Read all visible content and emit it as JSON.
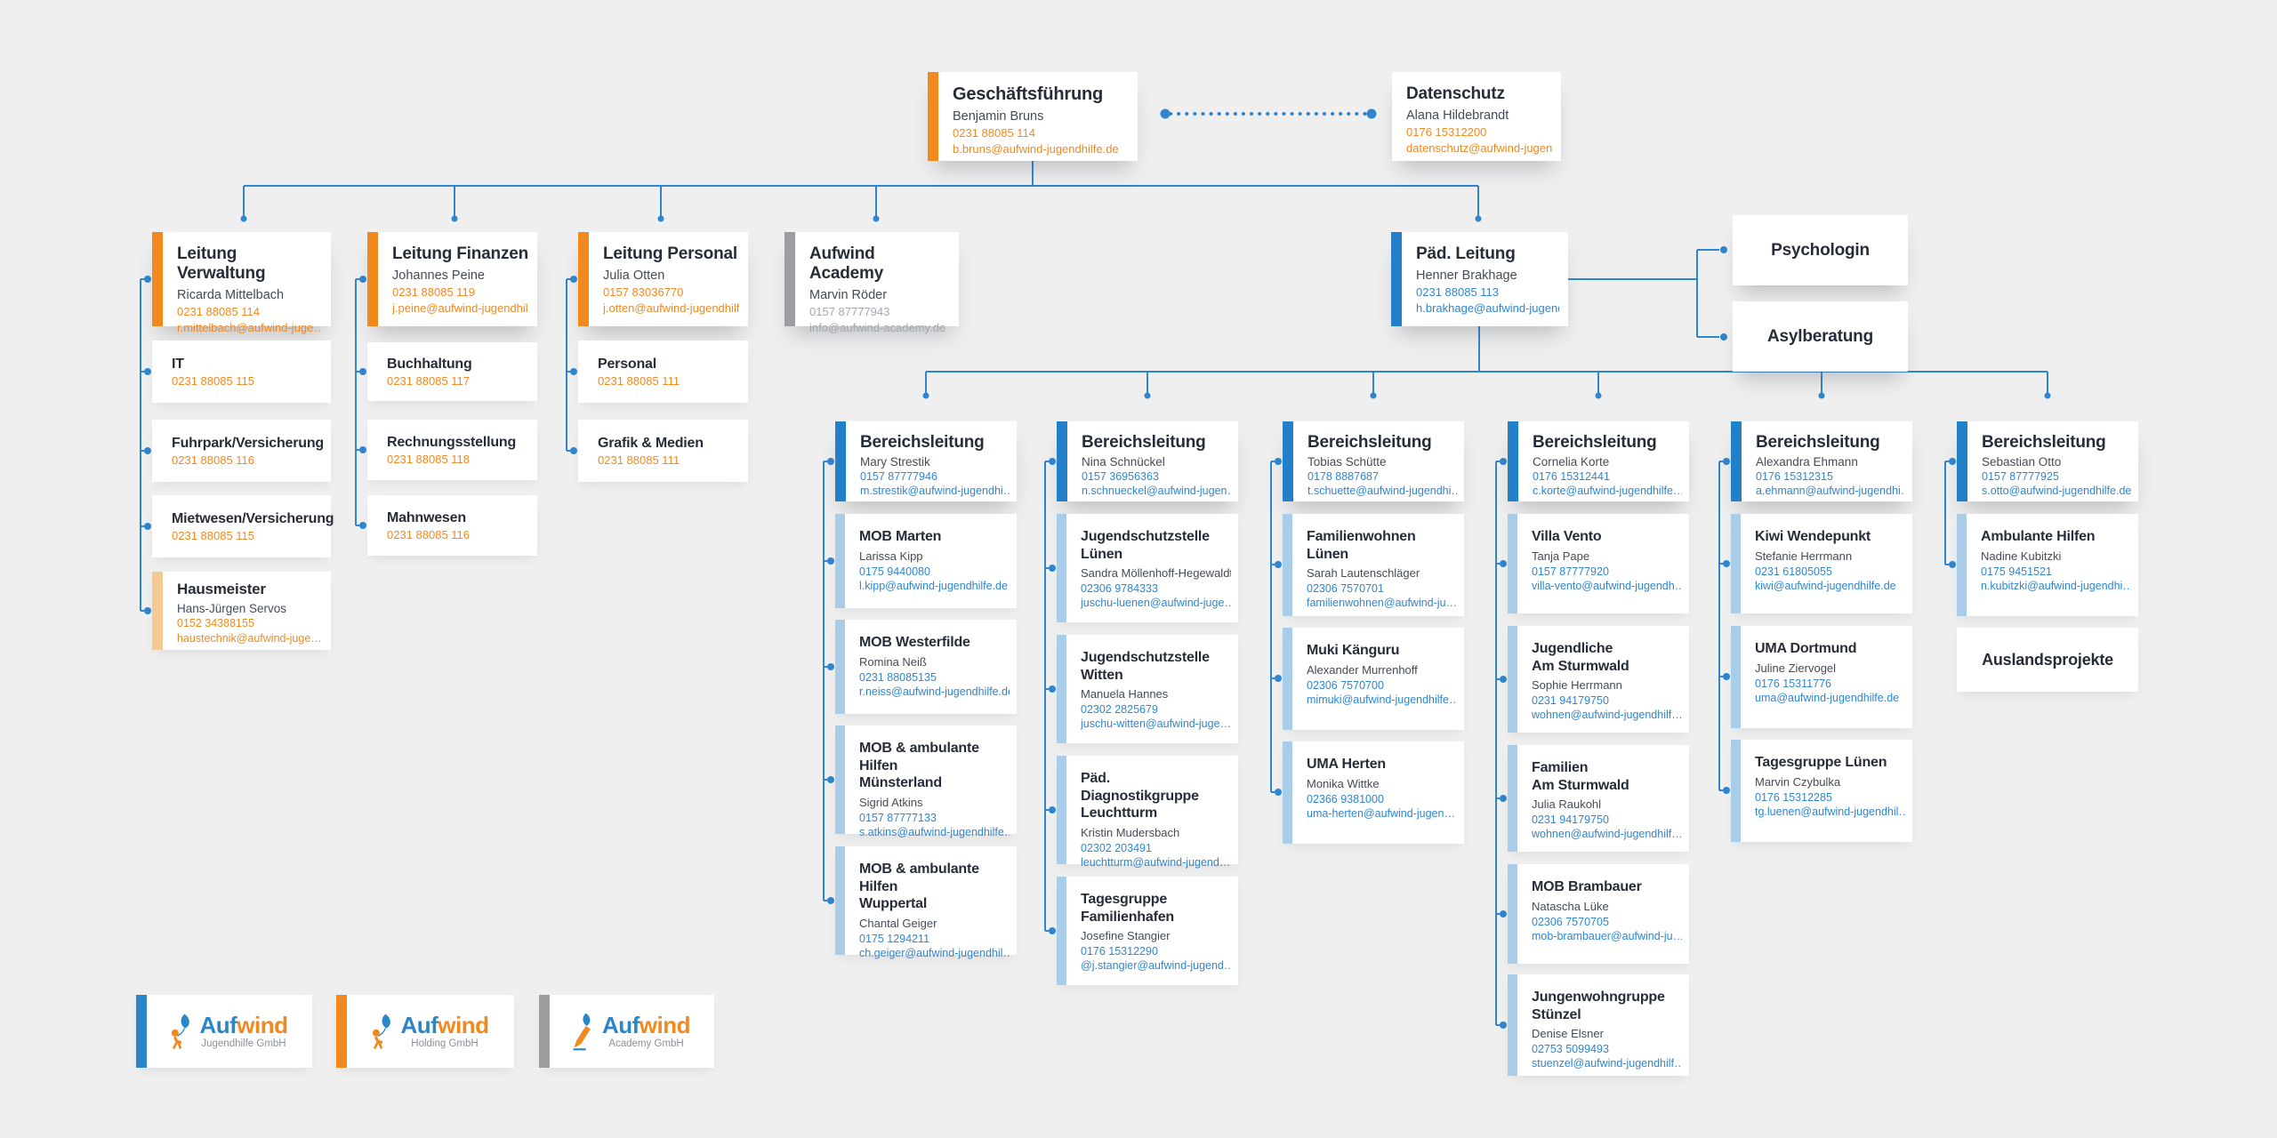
{
  "colors": {
    "background": "#efefef",
    "accent_orange": "#f1891f",
    "accent_blue": "#2f86cf",
    "bar_blue_solid": "#2180c8",
    "bar_blue_light": "#a9cde9",
    "bar_gray": "#9c9ea1",
    "bar_tan": "#f4ca92",
    "title_text": "#272d38"
  },
  "boxes": {
    "gf": {
      "title": "Geschäftsführung",
      "name": "Benjamin Bruns",
      "phone": "0231 88085 114",
      "email": "b.bruns@aufwind-jugendhilfe.de"
    },
    "ds": {
      "title": "Datenschutz",
      "name": "Alana Hildebrandt",
      "phone": "0176 15312200",
      "email": "datenschutz@aufwind-jugen…"
    },
    "lv": {
      "title": "Leitung Verwaltung",
      "name": "Ricarda Mittelbach",
      "phone": "0231 88085 114",
      "email": "r.mittelbach@aufwind-juge…"
    },
    "it": {
      "title": "IT",
      "phone": "0231 88085 115"
    },
    "fuhrpark": {
      "title": "Fuhrpark/Versicherung",
      "phone": "0231 88085 116"
    },
    "mietwesen": {
      "title": "Mietwesen/Versicherung",
      "phone": "0231 88085 115"
    },
    "hausmeister": {
      "title": "Hausmeister",
      "name": "Hans-Jürgen Servos",
      "phone": "0152 34388155",
      "email": "haustechnik@aufwind-juge…"
    },
    "lf": {
      "title": "Leitung Finanzen",
      "name": "Johannes Peine",
      "phone": "0231 88085 119",
      "email": "j.peine@aufwind-jugendhilfe.de"
    },
    "buchhaltung": {
      "title": "Buchhaltung",
      "phone": "0231 88085 117"
    },
    "rechnung": {
      "title": "Rechnungsstellung",
      "phone": "0231 88085 118"
    },
    "mahnwesen": {
      "title": "Mahnwesen",
      "phone": "0231 88085 116"
    },
    "lp": {
      "title": "Leitung Personal",
      "name": "Julia Otten",
      "phone": "0157 83036770",
      "email": "j.otten@aufwind-jugendhilfe.de"
    },
    "personal": {
      "title": "Personal",
      "phone": "0231 88085 111"
    },
    "grafik": {
      "title": "Grafik & Medien",
      "phone": "0231 88085 111"
    },
    "academy": {
      "title": "Aufwind Academy",
      "name": "Marvin Röder",
      "phone": "0157 87777943",
      "email": "info@aufwind-academy.de"
    },
    "paed": {
      "title": "Päd. Leitung",
      "name": "Henner Brakhage",
      "phone": "0231 88085 113",
      "email": "h.brakhage@aufwind-jugend…"
    },
    "psych": {
      "title": "Psychologin"
    },
    "asyl": {
      "title": "Asylberatung"
    },
    "bl1": {
      "title": "Bereichsleitung",
      "name": "Mary Strestik",
      "phone": "0157 87777946",
      "email": "m.strestik@aufwind-jugendhi…"
    },
    "marten": {
      "title": "MOB Marten",
      "name": "Larissa Kipp",
      "phone": "0175 9440080",
      "email": "l.kipp@aufwind-jugendhilfe.de"
    },
    "westerfilde": {
      "title": "MOB Westerfilde",
      "name": "Romina Neiß",
      "phone": "0231 88085135",
      "email": "r.neiss@aufwind-jugendhilfe.de"
    },
    "muensterland": {
      "title": "MOB & ambulante Hilfen\nMünsterland",
      "name": "Sigrid Atkins",
      "phone": "0157 87777133",
      "email": "s.atkins@aufwind-jugendhilfe…"
    },
    "wuppertal": {
      "title": "MOB & ambulante Hilfen\nWuppertal",
      "name": "Chantal Geiger",
      "phone": "0175 1294211",
      "email": "ch.geiger@aufwind-jugendhil…"
    },
    "bl2": {
      "title": "Bereichsleitung",
      "name": "Nina Schnückel",
      "phone": "0157 36956363",
      "email": "n.schnueckel@aufwind-jugen…"
    },
    "juschu_luenen": {
      "title": "Jugendschutzstelle\nLünen",
      "name": "Sandra Möllenhoff-Hegewaldt",
      "phone": "02306 9784333",
      "email": "juschu-luenen@aufwind-juge…"
    },
    "juschu_witten": {
      "title": "Jugendschutzstelle\nWitten",
      "name": "Manuela Hannes",
      "phone": "02302 2825679",
      "email": "juschu-witten@aufwind-juge…"
    },
    "leuchtturm": {
      "title": "Päd. Diagnostikgruppe\nLeuchtturm",
      "name": "Kristin Mudersbach",
      "phone": "02302 203491",
      "email": "leuchtturm@aufwind-jugend…"
    },
    "familienhafen": {
      "title": "Tagesgruppe\nFamilienhafen",
      "name": "Josefine Stangier",
      "phone": "0176 15312290",
      "email": "@j.stangier@aufwind-jugend…"
    },
    "bl3": {
      "title": "Bereichsleitung",
      "name": "Tobias Schütte",
      "phone": "0178 8887687",
      "email": "t.schuette@aufwind-jugendhi…"
    },
    "famwohnen": {
      "title": "Familienwohnen Lünen",
      "name": "Sarah Lautenschläger",
      "phone": "02306 7570701",
      "email": "familienwohnen@aufwind-ju…"
    },
    "muki": {
      "title": "Muki Känguru",
      "name": "Alexander Murrenhoff",
      "phone": "02306 7570700",
      "email": "mimuki@aufwind-jugendhilfe…"
    },
    "uma_herten": {
      "title": "UMA Herten",
      "name": "Monika Wittke",
      "phone": "02366 9381000",
      "email": "uma-herten@aufwind-jugen…"
    },
    "bl4": {
      "title": "Bereichsleitung",
      "name": "Cornelia Korte",
      "phone": "0176 15312441",
      "email": "c.korte@aufwind-jugendhilfe…"
    },
    "villa": {
      "title": "Villa Vento",
      "name": "Tanja Pape",
      "phone": "0157 87777920",
      "email": "villa-vento@aufwind-jugendh…"
    },
    "jugendliche": {
      "title": "Jugendliche\nAm Sturmwald",
      "name": "Sophie Herrmann",
      "phone": "0231 94179750",
      "email": "wohnen@aufwind-jugendhilf…"
    },
    "familien": {
      "title": "Familien\nAm Sturmwald",
      "name": "Julia Raukohl",
      "phone": "0231 94179750",
      "email": "wohnen@aufwind-jugendhilf…"
    },
    "brambauer": {
      "title": "MOB Brambauer",
      "name": "Natascha Lüke",
      "phone": "02306 7570705",
      "email": "mob-brambauer@aufwind-ju…"
    },
    "stuenzel": {
      "title": "Jungenwohngruppe\nStünzel",
      "name": "Denise Elsner",
      "phone": "02753 5099493",
      "email": "stuenzel@aufwind-jugendhilf…"
    },
    "bl5": {
      "title": "Bereichsleitung",
      "name": "Alexandra Ehmann",
      "phone": "0176 15312315",
      "email": "a.ehmann@aufwind-jugendhi…"
    },
    "kiwi": {
      "title": "Kiwi Wendepunkt",
      "name": "Stefanie Herrmann",
      "phone": "0231 61805055",
      "email": "kiwi@aufwind-jugendhilfe.de"
    },
    "uma_do": {
      "title": "UMA Dortmund",
      "name": "Juline Ziervogel",
      "phone": "0176 15311776",
      "email": "uma@aufwind-jugendhilfe.de"
    },
    "tg_luenen": {
      "title": "Tagesgruppe Lünen",
      "name": "Marvin Czybulka",
      "phone": "0176 15312285",
      "email": "tg.luenen@aufwind-jugendhil…"
    },
    "bl6": {
      "title": "Bereichsleitung",
      "name": "Sebastian Otto",
      "phone": "0157 87777925",
      "email": "s.otto@aufwind-jugendhilfe.de"
    },
    "ambulante": {
      "title": "Ambulante Hilfen",
      "name": "Nadine Kubitzki",
      "phone": "0175 9451521",
      "email": "n.kubitzki@aufwind-jugendhi…"
    },
    "ausland": {
      "title": "Auslandsprojekte"
    }
  },
  "logos": {
    "brand_first": "Auf",
    "brand_second": "wind",
    "cards": [
      {
        "subtitle": "Jugendhilfe GmbH",
        "accent": "#2b86c8",
        "icon": "kite-figure-icon"
      },
      {
        "subtitle": "Holding GmbH",
        "accent": "#f1891f",
        "icon": "kite-figure-icon"
      },
      {
        "subtitle": "Academy GmbH",
        "accent": "#9c9ea1",
        "icon": "pencil-icon"
      }
    ]
  }
}
